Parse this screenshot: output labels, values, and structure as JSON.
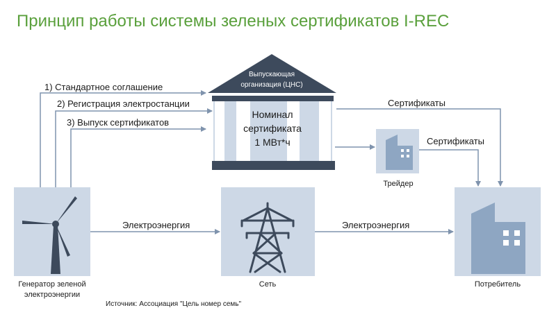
{
  "title": "Принцип работы системы зеленых сертификатов I-REC",
  "issuer": {
    "roof_line1": "Выпускающая",
    "roof_line2": "организация (ЦНС)",
    "nominal_line1": "Номинал",
    "nominal_line2": "сертификата",
    "nominal_line3": "1 МВт*ч"
  },
  "steps": [
    "1) Стандартное соглашение",
    "2) Регистрация электростанции",
    "3) Выпуск сертификатов"
  ],
  "certificates_label_top": "Сертификаты",
  "certificates_label_trader": "Сертификаты",
  "electricity_label_left": "Электроэнергия",
  "electricity_label_right": "Электроэнергия",
  "nodes": {
    "generator_line1": "Генератор зеленой",
    "generator_line2": "электроэнергии",
    "grid": "Сеть",
    "consumer": "Потребитель",
    "trader": "Трейдер"
  },
  "source": "Источник: Ассоциация \"Цель номер семь\"",
  "colors": {
    "title": "#5aa03c",
    "navy": "#3d4a5c",
    "box_fill": "#cdd8e6",
    "icon_blue": "#8ea6c2",
    "arrow": "#7f93ad"
  }
}
